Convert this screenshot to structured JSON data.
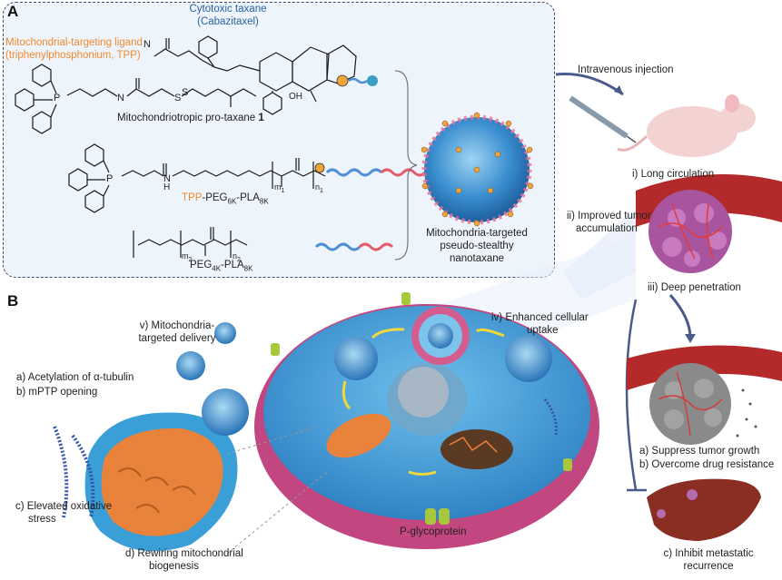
{
  "panels": {
    "a": "A",
    "b": "B"
  },
  "panelA": {
    "taxane_title": "Cytotoxic taxane",
    "taxane_name": "(Cabazitaxel)",
    "ligand_title": "Mitochondrial-targeting ligand",
    "ligand_name": "(triphenylphosphonium, TPP)",
    "prodrug_label": "Mitochondriotropic pro-taxane",
    "prodrug_number": "1",
    "tpp_prefix": "TPP",
    "tpp_polymer": "-PEG",
    "tpp_peg_sub": "6K",
    "tpp_pla": "-PLA",
    "tpp_pla_sub": "8K",
    "peg_label": "PEG",
    "peg_sub": "4K",
    "pla_label": "-PLA",
    "pla_sub": "8K",
    "nano_line1": "Mitochondria-targeted",
    "nano_line2": "pseudo-stealthy",
    "nano_line3": "nanotaxane",
    "atoms": {
      "P": "P",
      "N": "N",
      "H": "H",
      "O": "O",
      "S": "S",
      "OH": "OH",
      "plus": "+",
      "m1": "m",
      "m1s": "1",
      "n1": "n",
      "n1s": "1",
      "m2": "m",
      "m2s": "2",
      "n2": "n",
      "n2s": "2"
    }
  },
  "right": {
    "injection": "Intravenous injection",
    "long_circ": "i) Long circulation",
    "tumor_acc_1": "ii) Improved tumor",
    "tumor_acc_2": "accumulation",
    "deep_pen": "iii) Deep penetration",
    "suppress": "a) Suppress tumor growth",
    "overcome": "b) Overcome drug resistance",
    "inhibit_1": "c) Inhibit metastatic",
    "inhibit_2": "recurrence"
  },
  "panelB": {
    "mito_deliv_1": "v) Mitochondria-",
    "mito_deliv_2": "targeted delivery",
    "uptake_1": "iv) Enhanced cellular",
    "uptake_2": "uptake",
    "acetyl": "a) Acetylation of α-tubulin",
    "mptp": "b) mPTP opening",
    "oxid_1": "c) Elevated oxidative",
    "oxid_2": "stress",
    "rewire_1": "d) Rewiring mitochondrial",
    "rewire_2": "biogenesis",
    "pgp": "P-glycoprotein"
  },
  "colors": {
    "orange": "#f08a2c",
    "blue_text": "#2a5f9e",
    "panel_bg": "#eef4fb",
    "cell_membrane": "#c2467f",
    "cytoplasm": "#4aa3dc",
    "mito_orange": "#e9823a",
    "peg_blue": "#4f8fd6",
    "pla_red": "#e35b6b"
  }
}
